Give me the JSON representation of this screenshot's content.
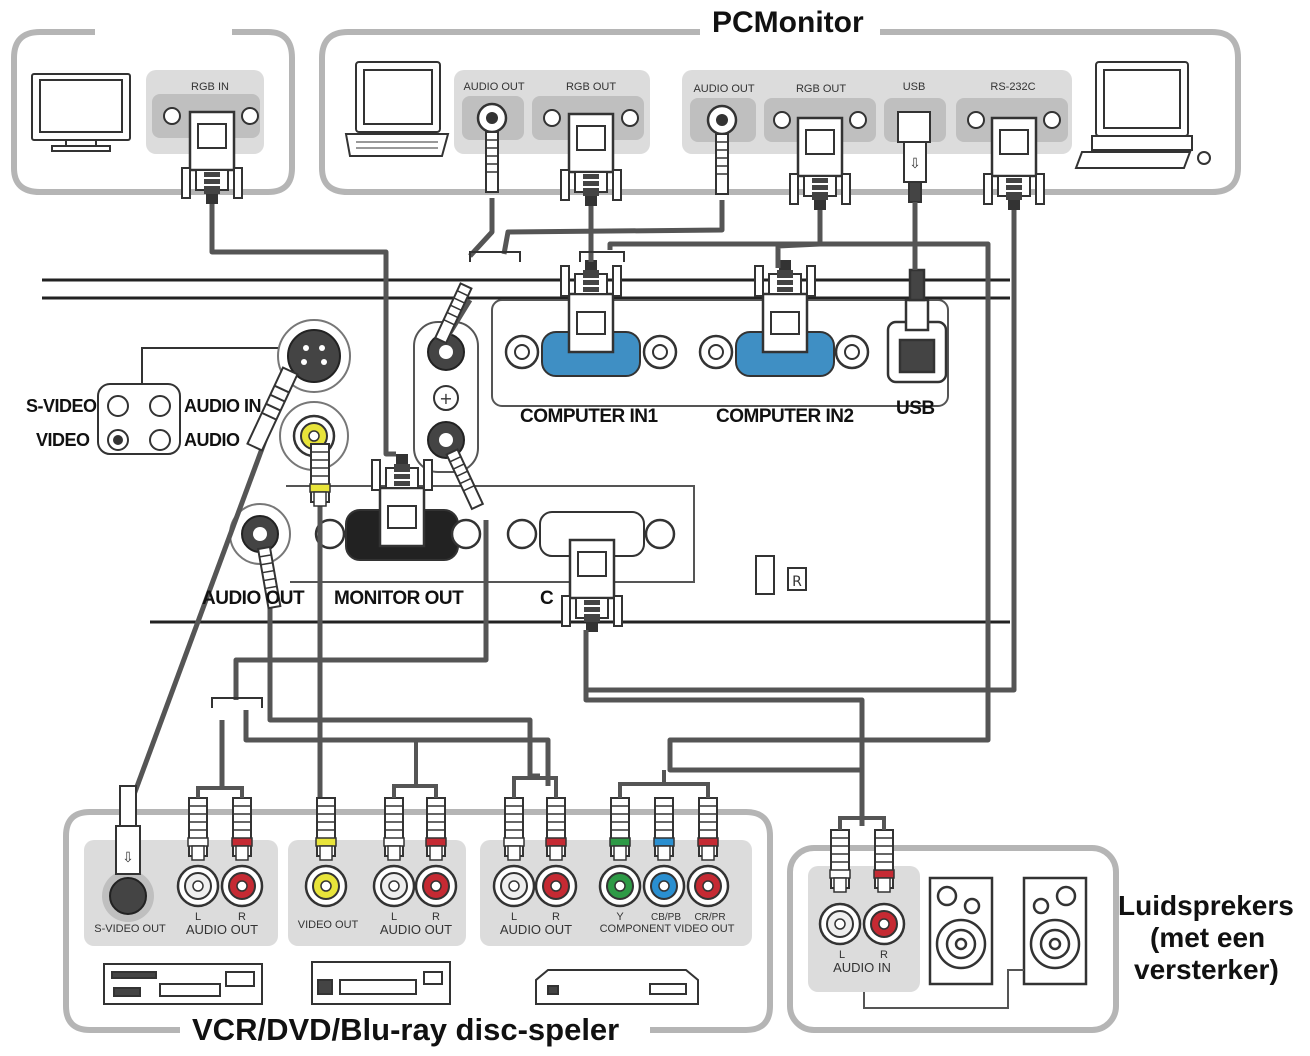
{
  "titles": {
    "pc_monitor": "PCMonitor",
    "video_players": "VCR/DVD/Blu-ray disc-speler",
    "speakers_line1": "Luidsprekers",
    "speakers_line2": "(met een",
    "speakers_line3": "versterker)"
  },
  "devices_top": {
    "monitor_rgb_in": "RGB IN",
    "laptop_audio_out": "AUDIO OUT",
    "laptop_rgb_out": "RGB OUT",
    "pc_audio_out": "AUDIO OUT",
    "pc_rgb_out": "RGB OUT",
    "pc_usb": "USB",
    "pc_rs232c": "RS-232C"
  },
  "projector": {
    "svideo": "S-VIDEO",
    "video": "VIDEO",
    "audio_in": "AUDIO IN",
    "audio": "AUDIO",
    "computer_in1": "COMPUTER IN1",
    "computer_in2": "COMPUTER IN2",
    "usb": "USB",
    "audio_out": "AUDIO OUT",
    "monitor_out": "MONITOR OUT",
    "control": "C"
  },
  "devices_bottom": {
    "vcr_svideo_out": "S-VIDEO OUT",
    "vcr_l": "L",
    "vcr_r": "R",
    "vcr_audio_out": "AUDIO OUT",
    "dvd_video_out": "VIDEO OUT",
    "dvd_l": "L",
    "dvd_r": "R",
    "dvd_audio_out": "AUDIO OUT",
    "bd_l": "L",
    "bd_r": "R",
    "bd_audio_out": "AUDIO OUT",
    "bd_y": "Y",
    "bd_cb": "CB/PB",
    "bd_cr": "CR/PR",
    "bd_component": "COMPONENT VIDEO OUT",
    "spk_l": "L",
    "spk_r": "R",
    "spk_audio_in": "AUDIO IN"
  },
  "colors": {
    "cable": "#555555",
    "panel_outline": "#b5b5b5",
    "port_blue": "#3f8fc4",
    "rca_yellow": "#e8e43a",
    "rca_red": "#c52a33",
    "rca_green": "#2e9a46",
    "rca_blue": "#2a8fd0",
    "rca_white": "#eeeeee"
  }
}
